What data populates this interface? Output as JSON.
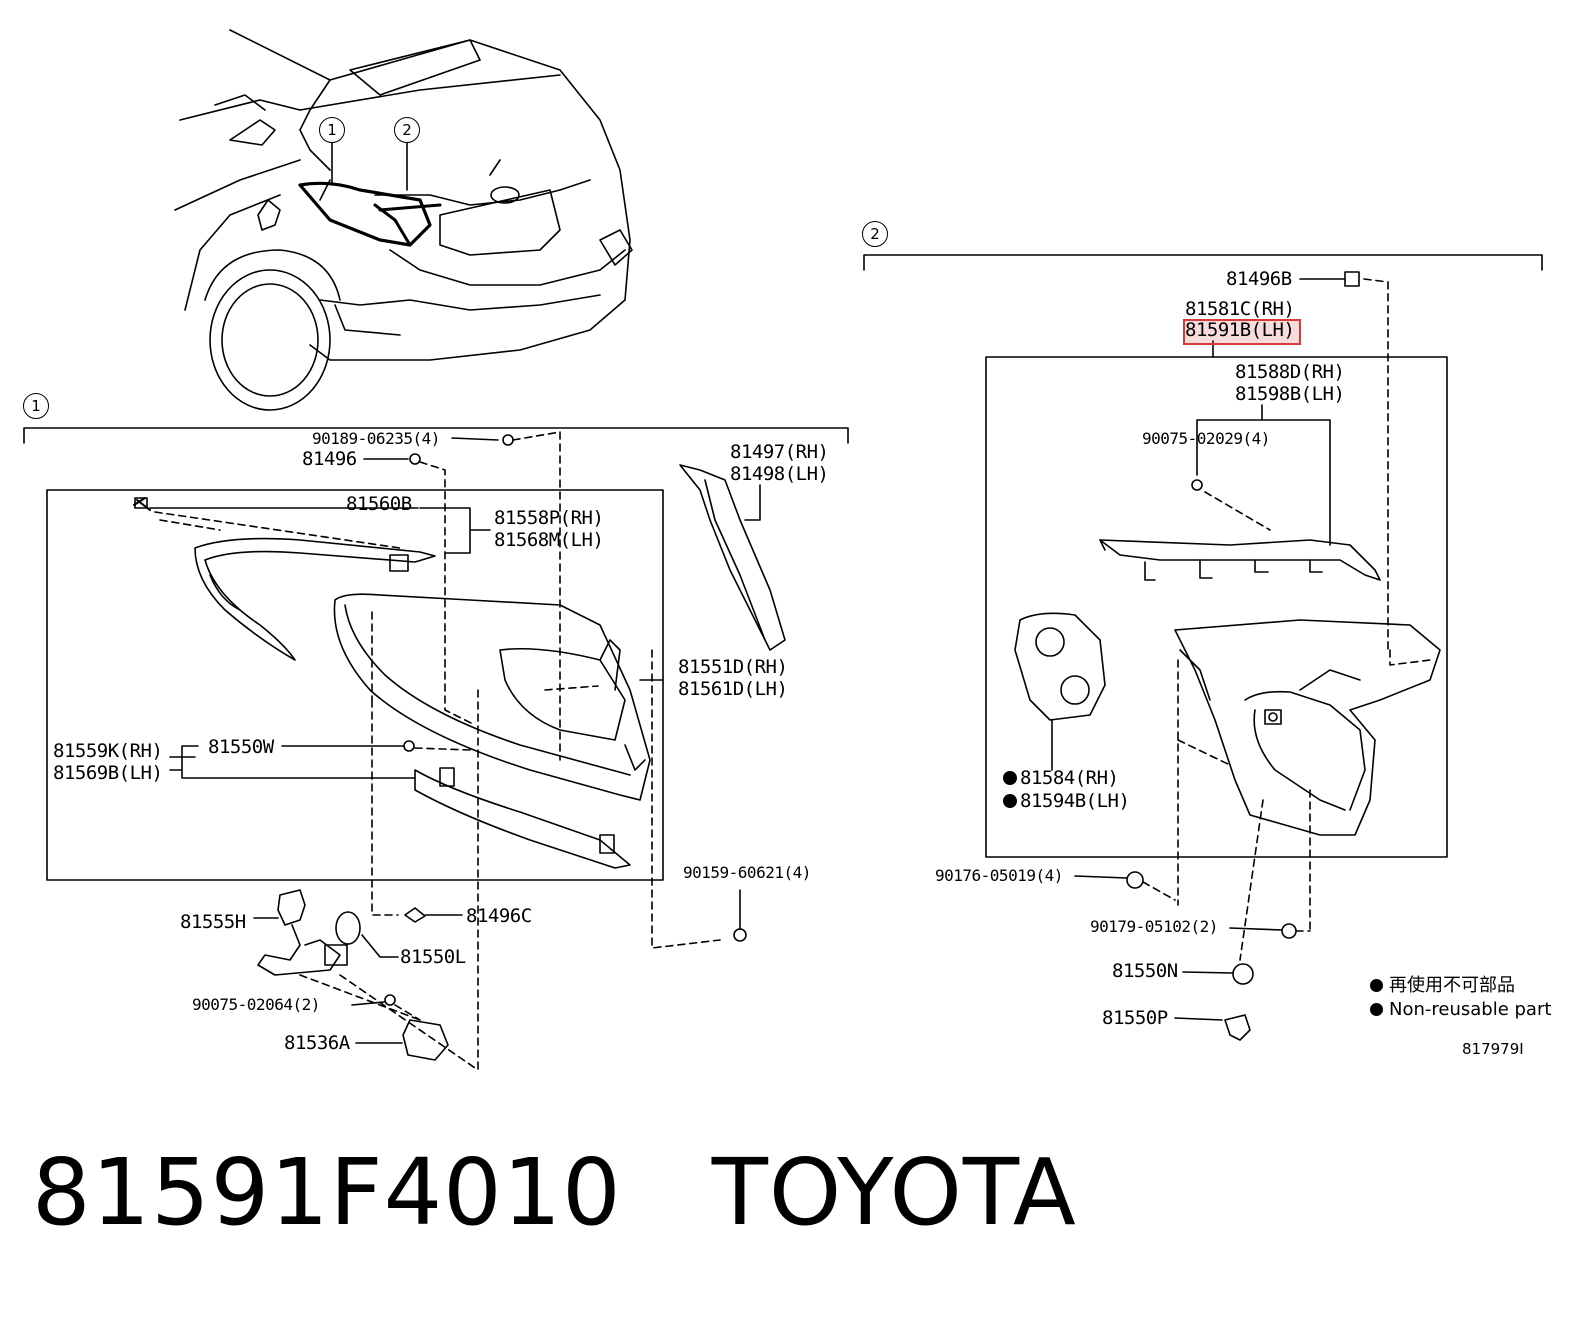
{
  "callouts": {
    "one": "1",
    "two": "2"
  },
  "group1": {
    "labels": {
      "p90189": "90189-06235(4)",
      "p81496": "81496",
      "p81497": "81497(RH)",
      "p81498": "81498(LH)",
      "p81560B": "81560B",
      "p81558P": "81558P(RH)",
      "p81568M": "81568M(LH)",
      "p81551D": "81551D(RH)",
      "p81561D": "81561D(LH)",
      "p81559K": "81559K(RH)",
      "p81569B": "81569B(LH)",
      "p81550W": "81550W",
      "p90159": "90159-60621(4)",
      "p81555H": "81555H",
      "p81496C": "81496C",
      "p81550L": "81550L",
      "p90075_02064": "90075-02064(2)",
      "p81536A": "81536A"
    }
  },
  "group2": {
    "labels": {
      "p81496B": "81496B",
      "p81581C": "81581C(RH)",
      "p81591B": "81591B(LH)",
      "p81588D": "81588D(RH)",
      "p81598B": "81598B(LH)",
      "p90075_02029": "90075-02029(4)",
      "p81584": "81584(RH)",
      "p81594B": "81594B(LH)",
      "p90176": "90176-05019(4)",
      "p90179": "90179-05102(2)",
      "p81550N": "81550N",
      "p81550P": "81550P"
    }
  },
  "legend": {
    "line1": "再使用不可部品",
    "line2": "Non-reusable part"
  },
  "illustration_number": "817979I",
  "footer": {
    "part_number": "81591F4010",
    "brand": "TOYOTA"
  },
  "highlight_color": "#d63a3a"
}
